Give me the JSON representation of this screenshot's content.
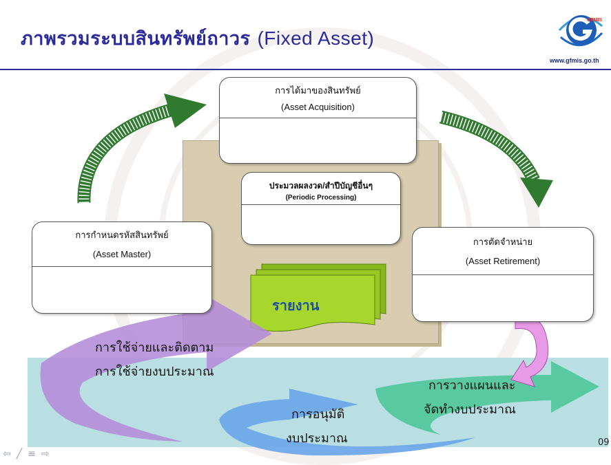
{
  "slide": {
    "title_thai": "ภาพรวมระบบสินทรัพย์ถาวร",
    "title_en": "(Fixed Asset)",
    "logo_url": "www.gfmis.go.th",
    "logo_text": "GFMIS",
    "page_number": "09"
  },
  "boxes": {
    "acquisition": {
      "thai": "การได้มาของสินทรัพย์",
      "en": "(Asset Acquisition)"
    },
    "periodic": {
      "thai": "ประมวลผลงวด/สำปีบัญชีอื่นๆ",
      "en": "(Periodic Processing)"
    },
    "master": {
      "thai": "การกำหนดรหัสสินทรัพย์",
      "en": "(Asset Master)"
    },
    "retirement": {
      "thai": "การตัดจำหน่าย",
      "en": "(Asset Retirement)"
    }
  },
  "report_label": "รายงาน",
  "budget_cycle": {
    "spending": [
      "การใช้จ่ายและติดตาม",
      "การใช้จ่ายงบประมาณ"
    ],
    "approval": [
      "การอนุมัติ",
      "งบประมาณ"
    ],
    "planning": [
      "การวางแผนและ",
      "จัดทำงบประมาณ"
    ]
  },
  "navigation": {
    "prev_icon": "arrow-left-icon",
    "pen_icon": "pen-icon",
    "menu_icon": "menu-icon",
    "next_icon": "arrow-right-icon"
  },
  "colors": {
    "title": "#2a2a9a",
    "green_arrow": "#2f7a2f",
    "purple_arrow": "#b48cd8",
    "blue_arrow": "#6aa6e8",
    "teal_arrow": "#4fc79a",
    "pink_arrow": "#e79ae6",
    "report_fill": "#a7d62c",
    "band": "#b9dfe2"
  }
}
